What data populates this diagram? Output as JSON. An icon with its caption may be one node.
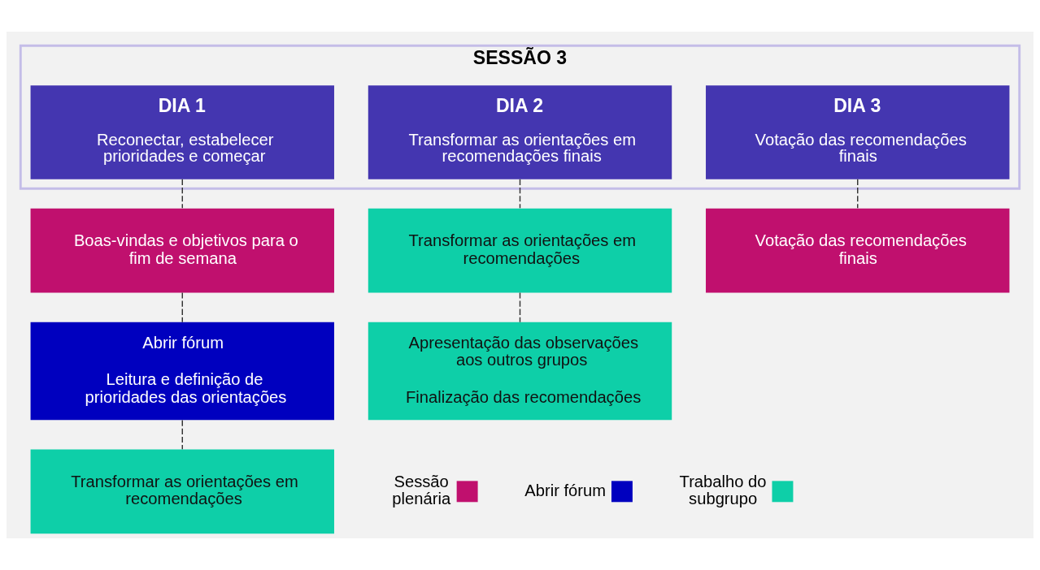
{
  "diagram": {
    "nodes": [
      {
        "text": [
          "SESSÃO 3"
        ]
      },
      {
        "text": [
          "DIA 1",
          "Reconectar, estabelecer prioridades e começar"
        ],
        "in": 0
      },
      {
        "text": [
          "DIA 2",
          "Transformar as orientações em recomendações finais"
        ],
        "in": 0
      },
      {
        "text": [
          "DIA 3",
          "Votação das recomendações finais"
        ],
        "in": 0
      },
      {
        "text": [
          "Boas-vindas e objetivos para o fim de semana"
        ]
      },
      {
        "text": [
          "Abrir fórum",
          "Leitura e definição de prioridades das orientações"
        ]
      },
      {
        "text": [
          "Transformar as orientações em recomendações"
        ]
      },
      {
        "text": [
          "Transformar as orientações em recomendações"
        ]
      },
      {
        "text": [
          "Apresentação das observações aos outros grupos",
          "Finalização das recomendações"
        ]
      },
      {
        "text": [
          "Votação das recomendações finais"
        ]
      }
    ],
    "edges": [
      {
        "from": 1,
        "to": 4,
        "arrow": "none",
        "style": "dashed"
      },
      {
        "from": 4,
        "to": 5,
        "arrow": "none",
        "style": "dashed"
      },
      {
        "from": 5,
        "to": 6,
        "arrow": "none",
        "style": "dashed"
      },
      {
        "from": 2,
        "to": 7,
        "arrow": "none",
        "style": "dashed"
      },
      {
        "from": 7,
        "to": 8,
        "arrow": "none",
        "style": "dashed"
      },
      {
        "from": 3,
        "to": 9,
        "arrow": "none",
        "style": "dashed"
      }
    ],
    "legend": [
      {
        "text": "Sessão plenária",
        "color": "#c0106e"
      },
      {
        "text": "Abrir fórum",
        "color": "#0000bf"
      },
      {
        "text": "Trabalho do subgrupo",
        "color": "#0ecfa8"
      }
    ]
  }
}
